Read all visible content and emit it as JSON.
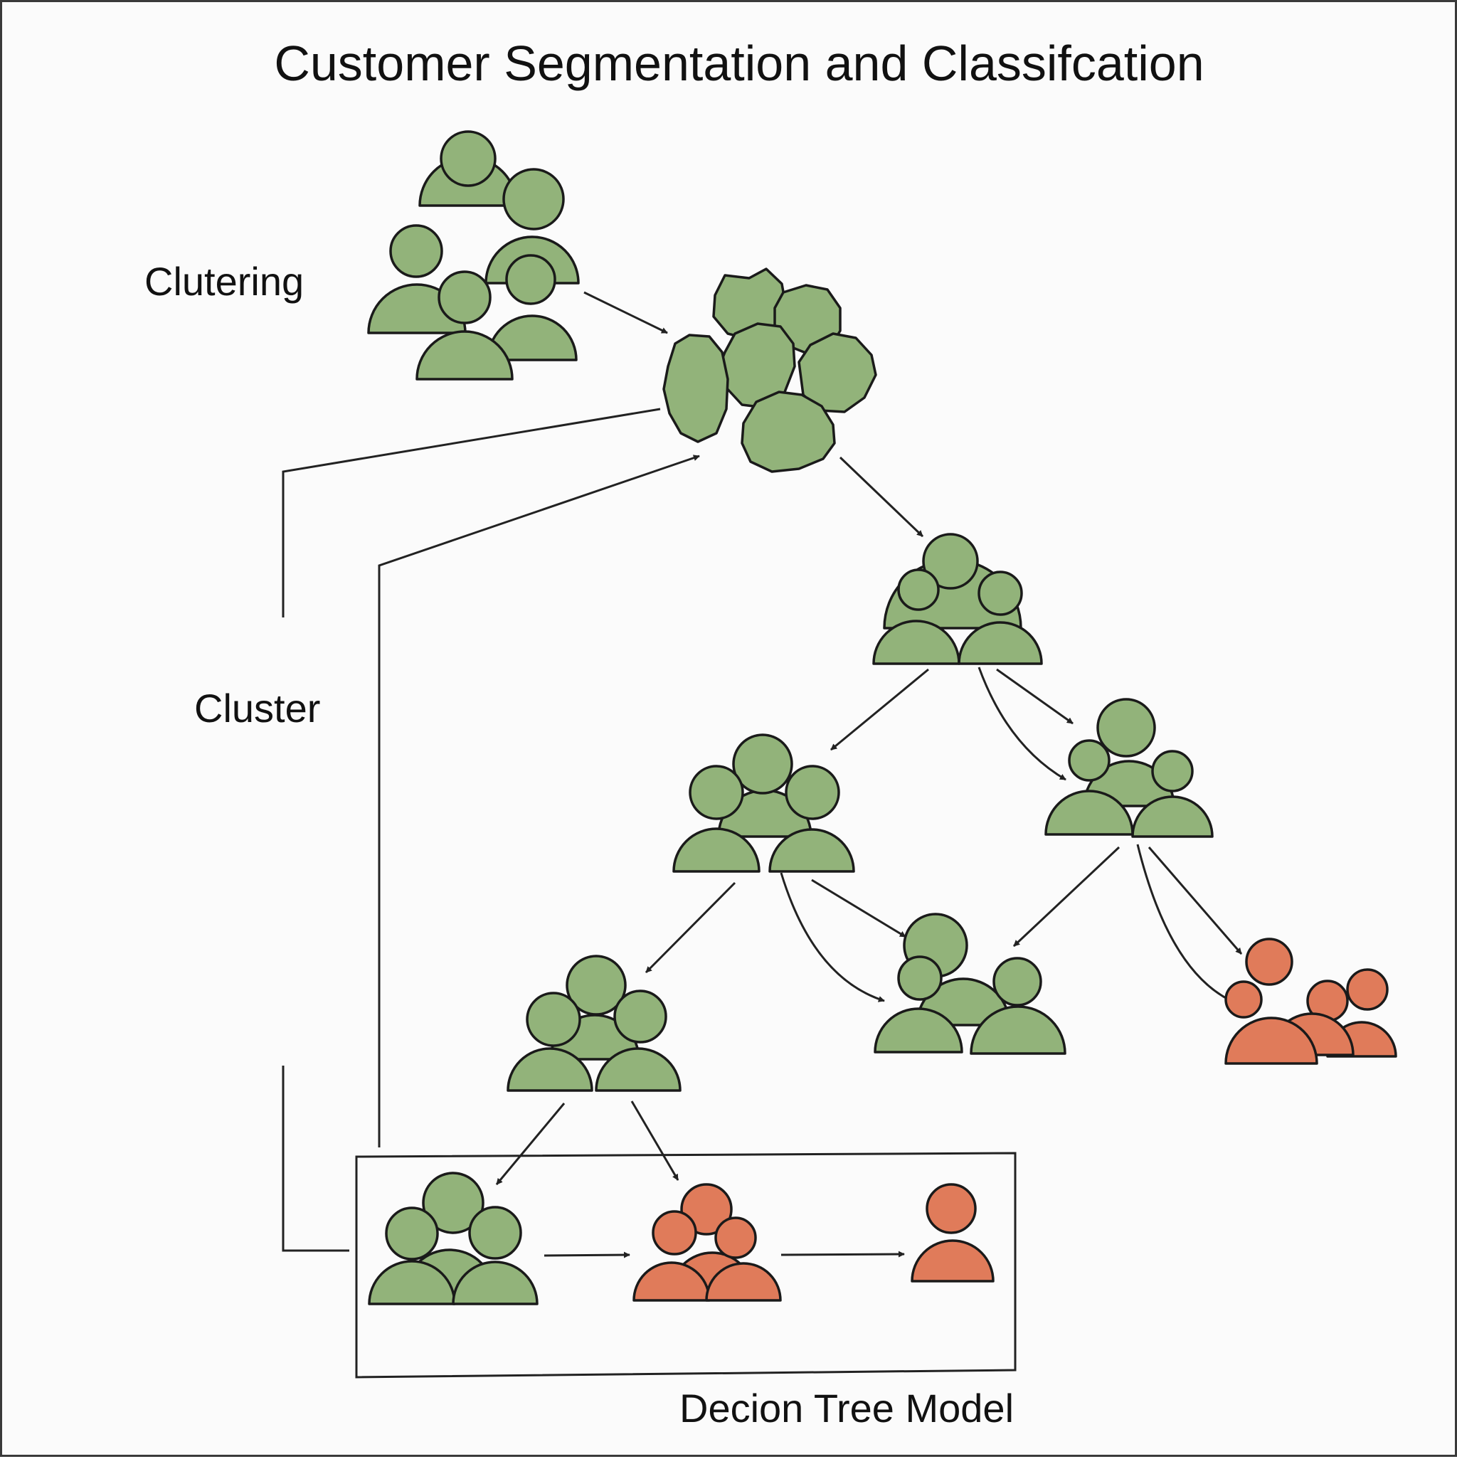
{
  "title": "Customer Segmentation and Classifcation",
  "labels": {
    "clustering": "Clutering",
    "cluster": "Cluster",
    "model": "Decion Tree Model"
  },
  "colors": {
    "green": "#92b37a",
    "orange": "#e07b5a",
    "line": "#222222"
  },
  "nodes": [
    {
      "id": "customer-group",
      "color": "green"
    },
    {
      "id": "cluster-blob",
      "color": "green"
    },
    {
      "id": "tree-root",
      "color": "green"
    },
    {
      "id": "branch-left",
      "color": "green"
    },
    {
      "id": "branch-right",
      "color": "green"
    },
    {
      "id": "leaf-left",
      "color": "green"
    },
    {
      "id": "leaf-middle",
      "color": "green"
    },
    {
      "id": "leaf-right",
      "color": "orange"
    },
    {
      "id": "model-input",
      "color": "green"
    },
    {
      "id": "model-group",
      "color": "orange"
    },
    {
      "id": "model-output",
      "color": "orange"
    }
  ]
}
